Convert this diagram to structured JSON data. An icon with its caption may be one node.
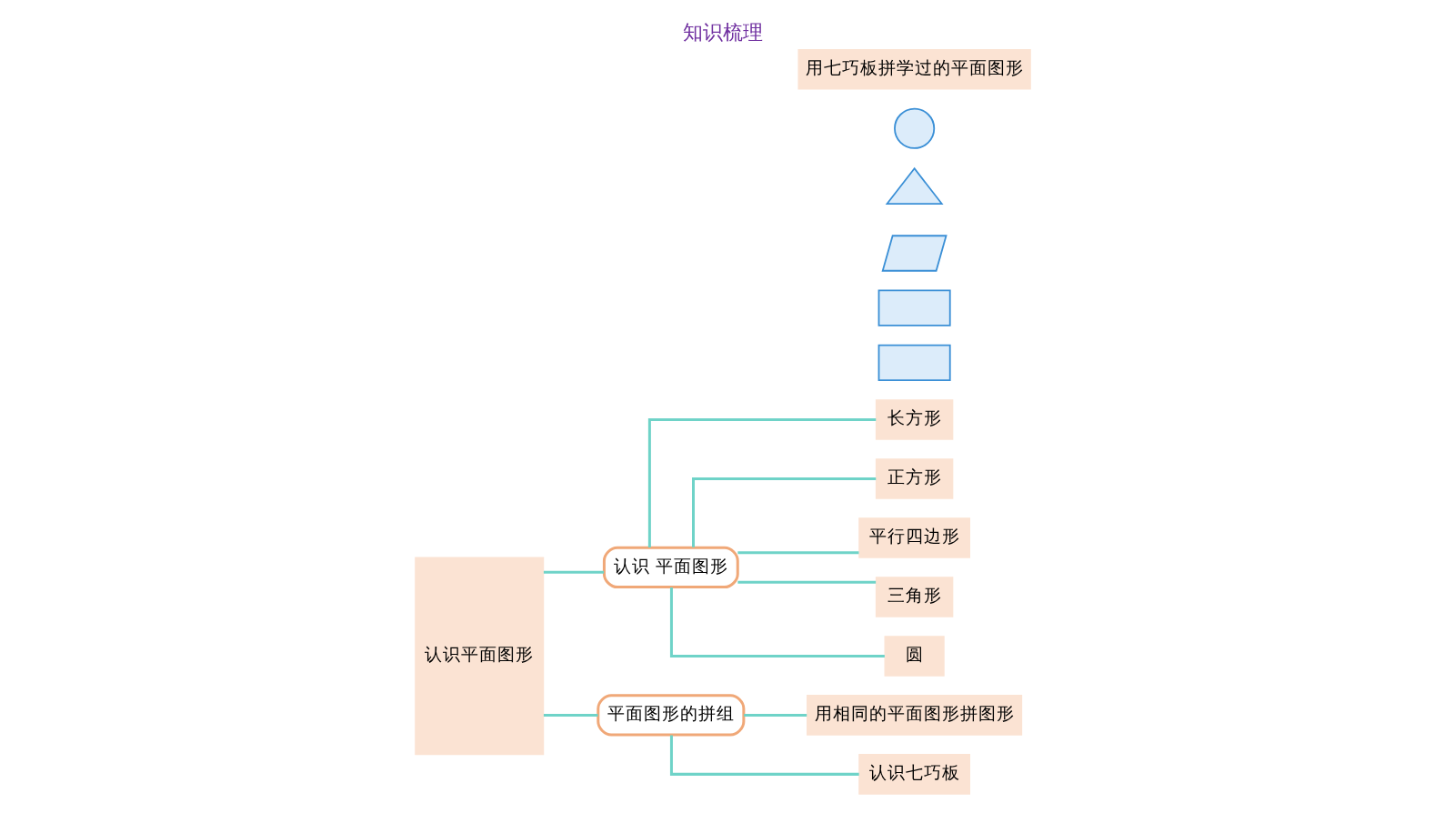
{
  "diagram": {
    "title": "知识梳理",
    "nodes": [
      {
        "text": [
          "认识平面图形"
        ]
      },
      {
        "text": [
          "认识 平面图形"
        ]
      },
      {
        "text": [
          "长方形"
        ]
      },
      {
        "text": [],
        "shape": "box"
      },
      {
        "text": [
          "正方形"
        ]
      },
      {
        "text": [],
        "shape": "box"
      },
      {
        "text": [
          "平行四边形"
        ]
      },
      {
        "text": [],
        "shape": "parallelogram"
      },
      {
        "text": [
          "三角形"
        ]
      },
      {
        "text": [],
        "shape": "triangle"
      },
      {
        "text": [
          "圆"
        ]
      },
      {
        "text": [],
        "shape": "circle"
      },
      {
        "text": [
          "平面图形的拼组"
        ]
      },
      {
        "text": [
          "用相同的平面图形拼图形"
        ]
      },
      {
        "text": [
          "认识七巧板"
        ]
      },
      {
        "text": [
          "用七巧板拼学过的平面图形"
        ]
      }
    ],
    "edges": [
      {
        "from": 0,
        "to": 1,
        "arrow": "none"
      },
      {
        "from": 0,
        "to": 12,
        "arrow": "none"
      },
      {
        "from": 1,
        "to": 2,
        "arrow": "none"
      },
      {
        "from": 1,
        "to": 4,
        "arrow": "none"
      },
      {
        "from": 1,
        "to": 6,
        "arrow": "none"
      },
      {
        "from": 1,
        "to": 8,
        "arrow": "none"
      },
      {
        "from": 1,
        "to": 10,
        "arrow": "none"
      },
      {
        "from": 12,
        "to": 13,
        "arrow": "none"
      },
      {
        "from": 12,
        "to": 14,
        "arrow": "none"
      }
    ]
  }
}
